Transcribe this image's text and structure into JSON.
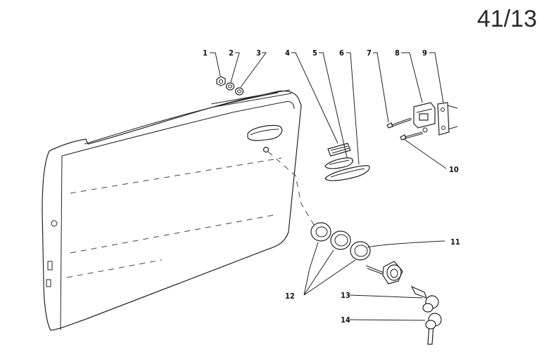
{
  "page_number": "41/13",
  "callouts": {
    "c1": "1",
    "c2": "2",
    "c3": "3",
    "c4": "4",
    "c5": "5",
    "c6": "6",
    "c7": "7",
    "c8": "8",
    "c9": "9",
    "c10": "10",
    "c11": "11",
    "c12": "12",
    "c13": "13",
    "c14": "14"
  }
}
